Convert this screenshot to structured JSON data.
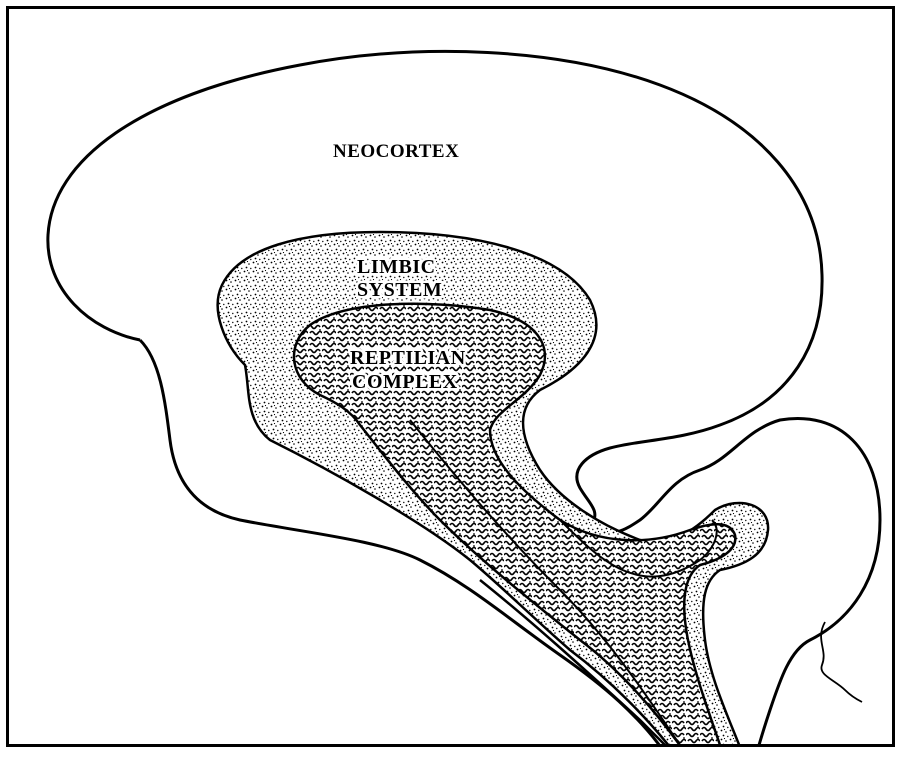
{
  "labels": {
    "neocortex": "NEOCORTEX",
    "limbic_line1": "LIMBIC",
    "limbic_line2": "SYSTEM",
    "reptilian_line1": "REPTILIAN",
    "reptilian_line2": "COMPLEX"
  },
  "colors": {
    "ink": "#000000",
    "paper": "#ffffff"
  }
}
